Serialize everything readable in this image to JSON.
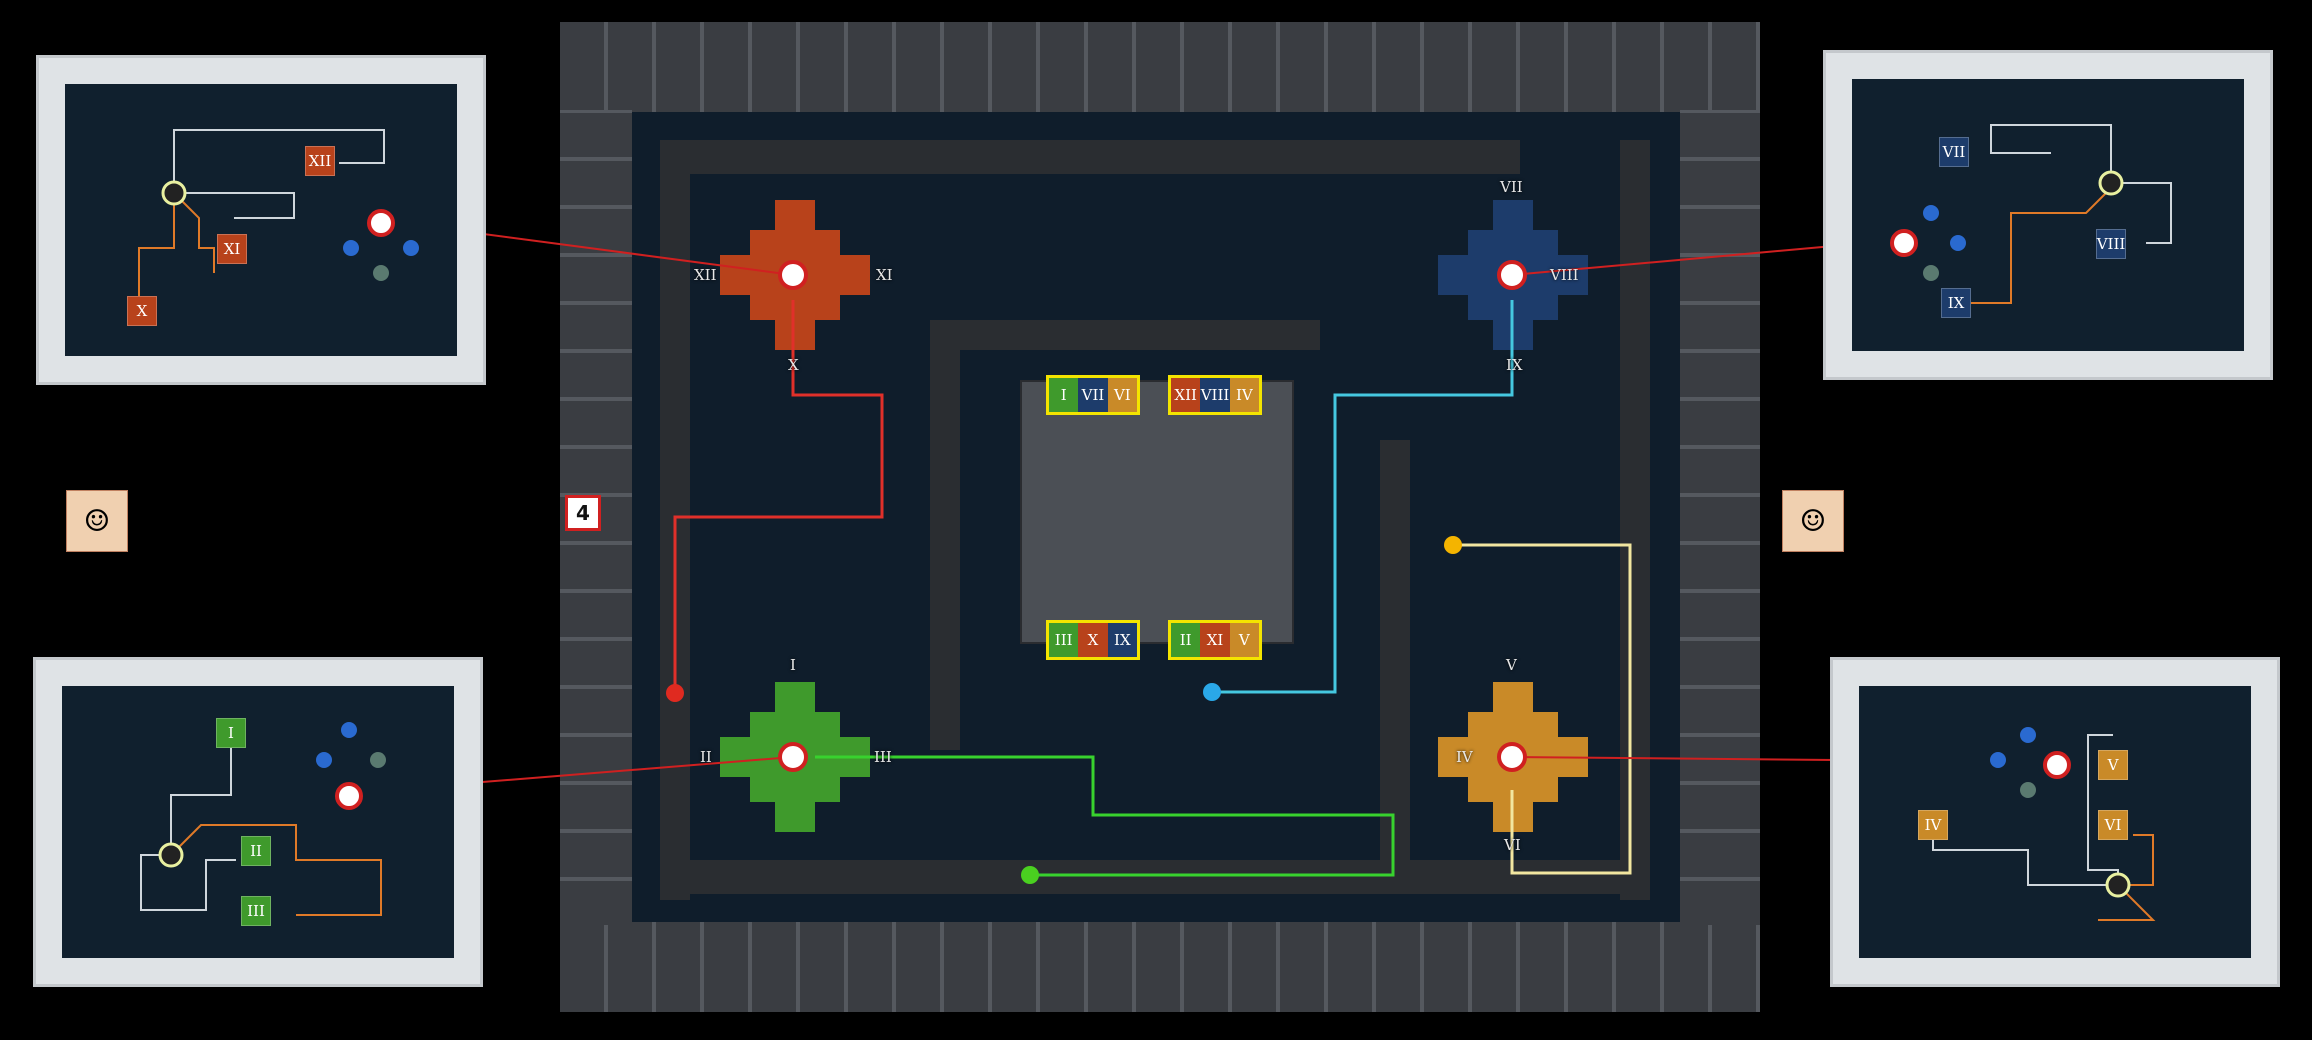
{
  "colors": {
    "red": "#b8421b",
    "blue": "#1d3c6b",
    "green": "#3f9a2c",
    "orange": "#c98a28",
    "code_border": "#f4e400",
    "laser_red": "#e0302a",
    "laser_cyan": "#45c8e0",
    "laser_green": "#38d22e",
    "laser_yellow": "#f2e6a0",
    "link_line": "#d02020"
  },
  "overlay_number": "4",
  "panels": {
    "top_left": {
      "labels": [
        "XII",
        "XI",
        "X"
      ]
    },
    "top_right": {
      "labels": [
        "VII",
        "VIII",
        "IX"
      ]
    },
    "bottom_left": {
      "labels": [
        "I",
        "II",
        "III"
      ]
    },
    "bottom_right": {
      "labels": [
        "V",
        "IV",
        "VI"
      ]
    }
  },
  "hubs": {
    "red": {
      "left": "XII",
      "right": "XI",
      "bottom": "X"
    },
    "blue": {
      "top": "VII",
      "right": "VIII",
      "bottom": "IX"
    },
    "green": {
      "top": "I",
      "left": "II",
      "right": "III"
    },
    "orange": {
      "top": "V",
      "left": "IV",
      "bottom": "VI"
    }
  },
  "code_groups": {
    "top_left": [
      "I",
      "VII",
      "VI"
    ],
    "top_right": [
      "XII",
      "VIII",
      "IV"
    ],
    "bottom_left": [
      "III",
      "X",
      "IX"
    ],
    "bottom_right": [
      "II",
      "XI",
      "V"
    ]
  },
  "icons": [
    "character-portrait-icon",
    "character-portrait-icon"
  ]
}
